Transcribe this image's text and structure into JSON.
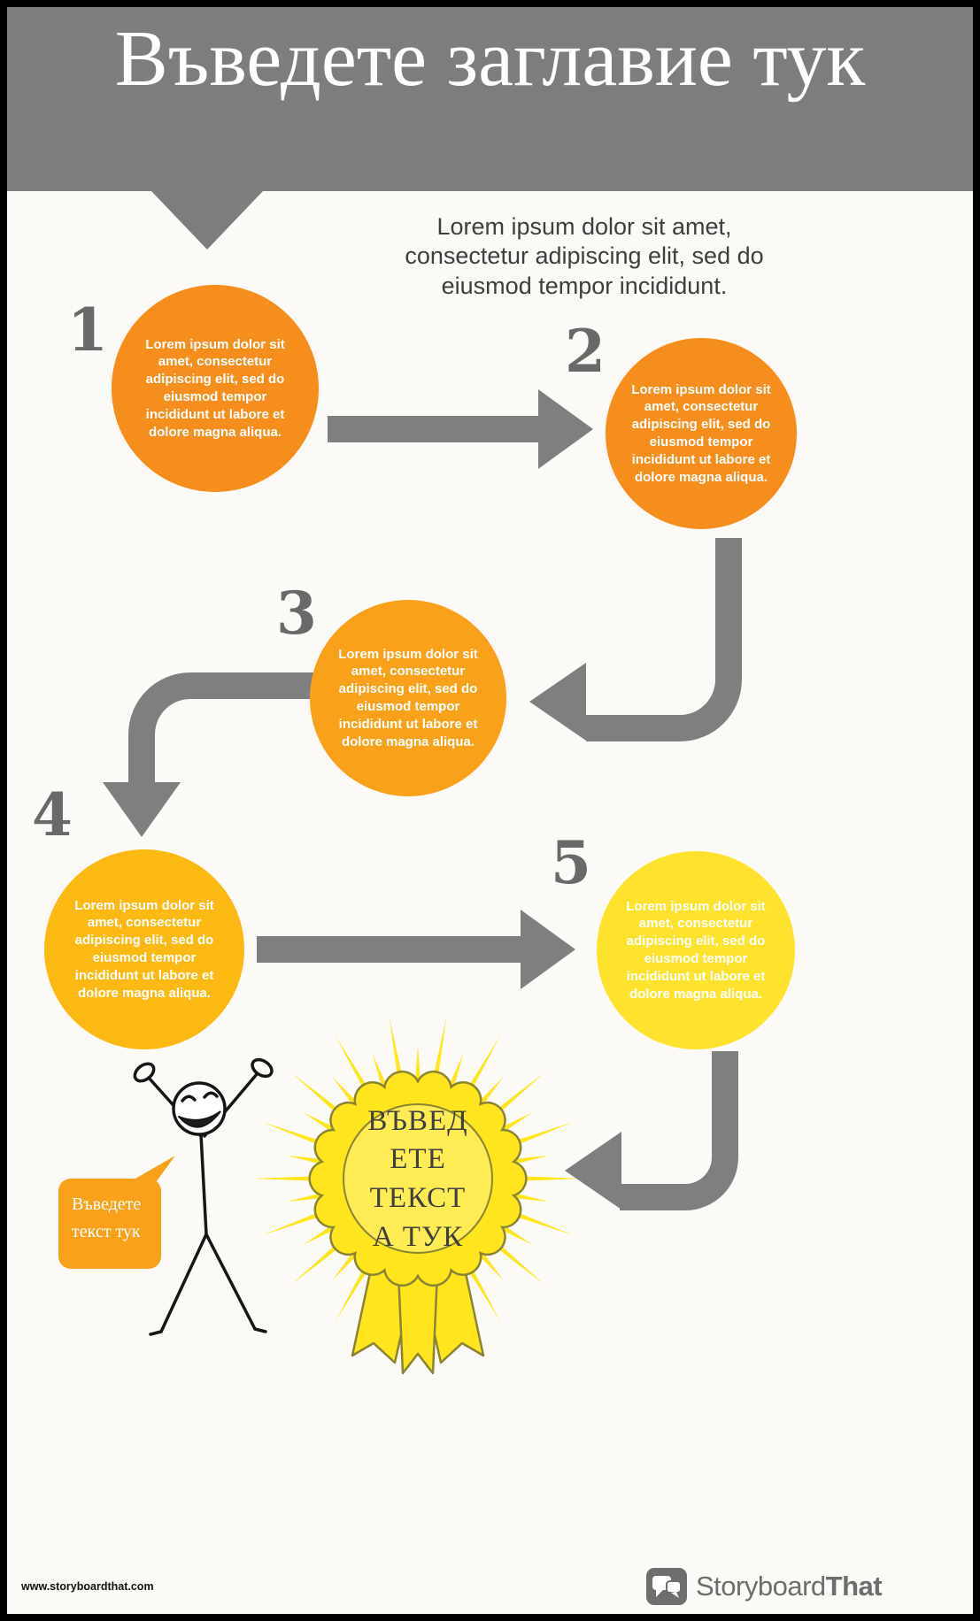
{
  "header": {
    "title": "Въведете заглавие тук"
  },
  "intro": {
    "text": "Lorem ipsum dolor sit amet, consectetur adipiscing elit, sed do eiusmod tempor incididunt."
  },
  "steps": [
    {
      "number": "1",
      "text": "Lorem ipsum dolor sit amet, consectetur adipiscing elit, sed do eiusmod tempor incididunt ut labore et dolore magna aliqua.",
      "color": "#f68e1e"
    },
    {
      "number": "2",
      "text": "Lorem ipsum dolor sit amet, consectetur adipiscing elit, sed do eiusmod tempor incididunt ut labore et dolore magna aliqua.",
      "color": "#f68e1e"
    },
    {
      "number": "3",
      "text": "Lorem ipsum dolor sit amet, consectetur adipiscing elit, sed do eiusmod tempor incididunt ut labore et dolore magna aliqua.",
      "color": "#f9a11b"
    },
    {
      "number": "4",
      "text": "Lorem ipsum dolor sit amet, consectetur adipiscing elit, sed do eiusmod tempor incididunt ut labore et dolore magna aliqua.",
      "color": "#fcb813"
    },
    {
      "number": "5",
      "text": "Lorem ipsum dolor sit amet, consectetur adipiscing elit, sed do eiusmod tempor incididunt ut labore et dolore magna aliqua.",
      "color": "#ffe22d"
    }
  ],
  "badge": {
    "full_text": "ВЪВЕДЕТЕ ТЕКСТА ТУК",
    "lines": [
      "ВЪВЕД",
      "ЕТЕ",
      "ТЕКСТ",
      "А ТУК"
    ]
  },
  "speech_bubble": {
    "full_text": "Въведете текст тук",
    "lines": [
      "Въведете",
      "текст тук"
    ]
  },
  "footer": {
    "url": "www.storyboardthat.com",
    "brand_regular": "Storyboard",
    "brand_bold": "That"
  },
  "colors": {
    "banner_gray": "#7d7d7d",
    "arrow_gray": "#7f7f7f",
    "number_gray": "#696969",
    "badge_yellow": "#ffe51e",
    "badge_inner": "#ffec55",
    "badge_outline": "#8a8433",
    "bubble_orange": "#f9a11b",
    "brand_gray": "#6d6d6d"
  }
}
